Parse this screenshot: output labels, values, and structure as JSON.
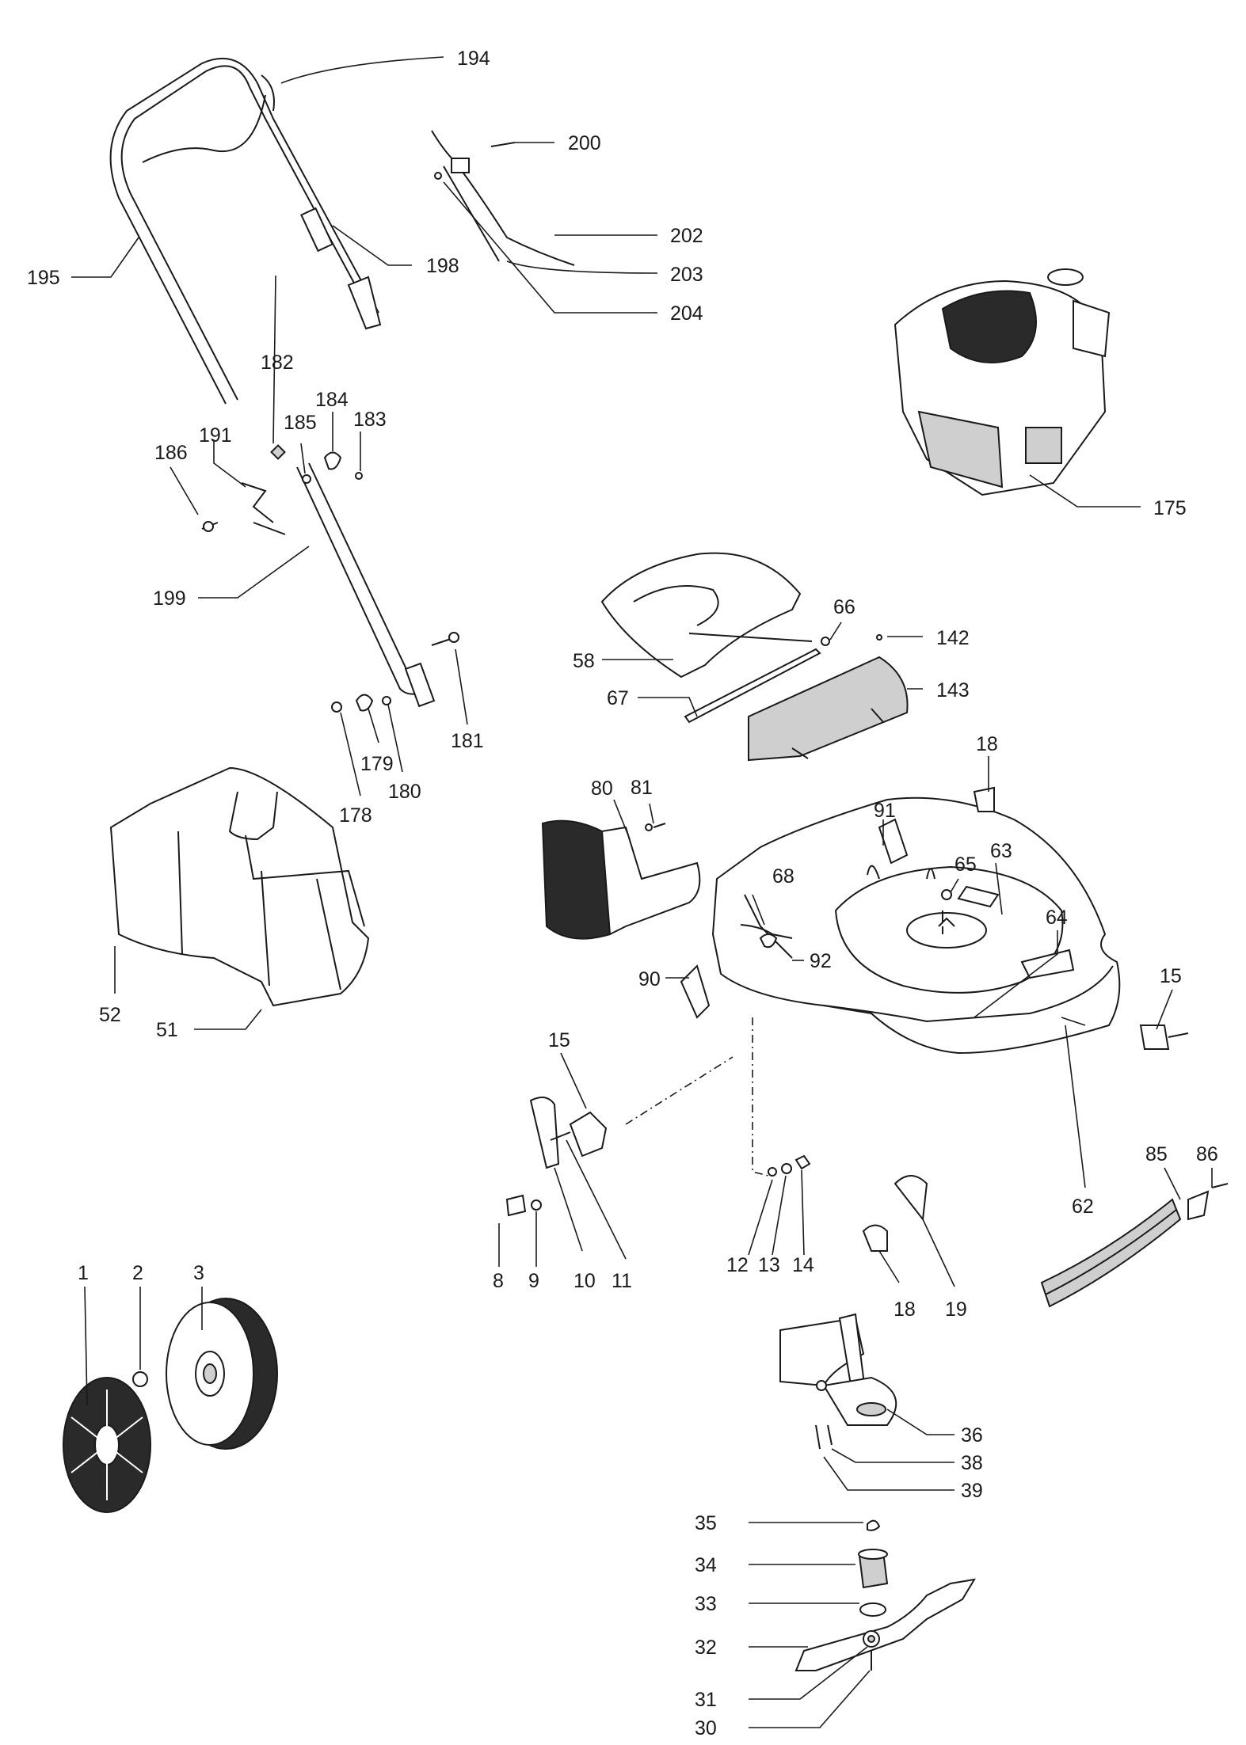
{
  "labels": {
    "p1": "1",
    "p2": "2",
    "p3": "3",
    "p8": "8",
    "p9": "9",
    "p10": "10",
    "p11": "11",
    "p12": "12",
    "p13": "13",
    "p14": "14",
    "p15a": "15",
    "p15b": "15",
    "p18a": "18",
    "p18b": "18",
    "p19": "19",
    "p30": "30",
    "p31": "31",
    "p32": "32",
    "p33": "33",
    "p34": "34",
    "p35": "35",
    "p36": "36",
    "p38": "38",
    "p39": "39",
    "p51": "51",
    "p52": "52",
    "p58": "58",
    "p62": "62",
    "p63": "63",
    "p64": "64",
    "p65": "65",
    "p66": "66",
    "p67": "67",
    "p68": "68",
    "p80": "80",
    "p81": "81",
    "p85": "85",
    "p86": "86",
    "p90": "90",
    "p91": "91",
    "p92": "92",
    "p142": "142",
    "p143": "143",
    "p175": "175",
    "p178": "178",
    "p179": "179",
    "p180": "180",
    "p181": "181",
    "p182": "182",
    "p183": "183",
    "p184": "184",
    "p185": "185",
    "p186": "186",
    "p191": "191",
    "p194": "194",
    "p195": "195",
    "p198": "198",
    "p199": "199",
    "p200": "200",
    "p202": "202",
    "p203": "203",
    "p204": "204"
  }
}
